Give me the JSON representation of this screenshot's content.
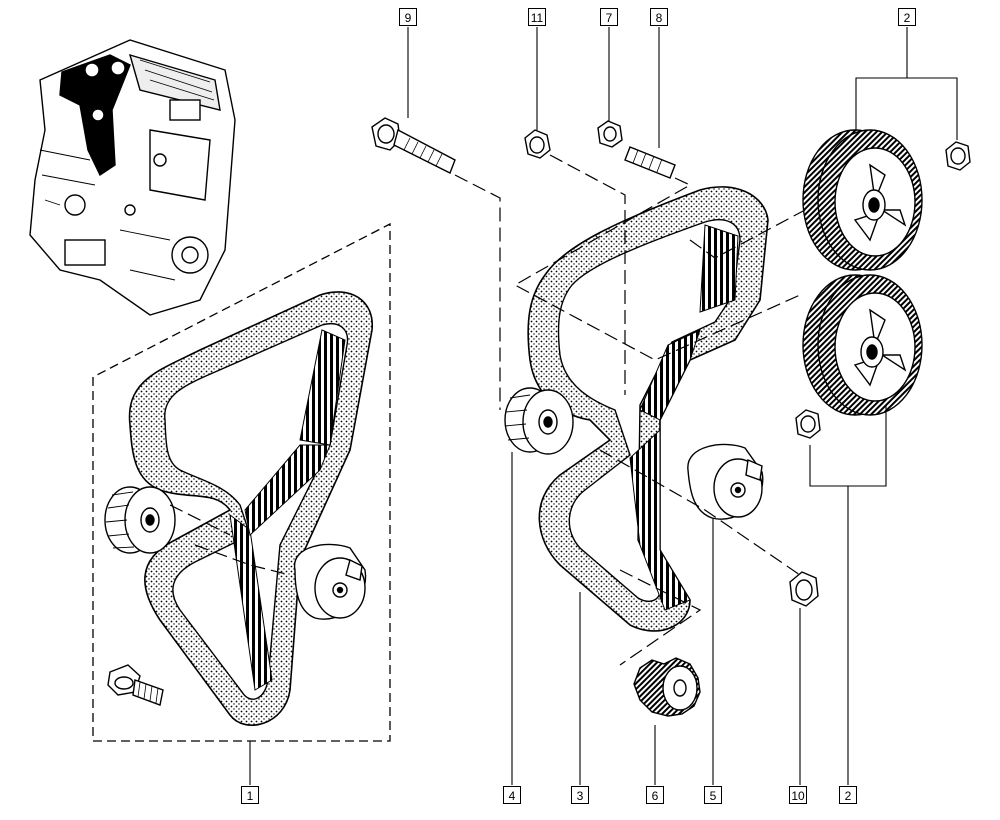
{
  "diagram": {
    "callouts": {
      "c1": "1",
      "c2_top": "2",
      "c2_bottom": "2",
      "c3": "3",
      "c4": "4",
      "c5": "5",
      "c6": "6",
      "c7": "7",
      "c8": "8",
      "c9": "9",
      "c10": "10",
      "c11": "11"
    },
    "colors": {
      "ink": "#000000",
      "paper": "#ffffff",
      "belt_fill": "#d8d8d8"
    },
    "icons": [
      "engine-icon",
      "timing-belt-icon",
      "idler-pulley-icon",
      "tensioner-pulley-icon",
      "camshaft-sprocket-icon",
      "crankshaft-sprocket-icon",
      "bolt-icon",
      "nut-icon",
      "stud-icon"
    ]
  }
}
